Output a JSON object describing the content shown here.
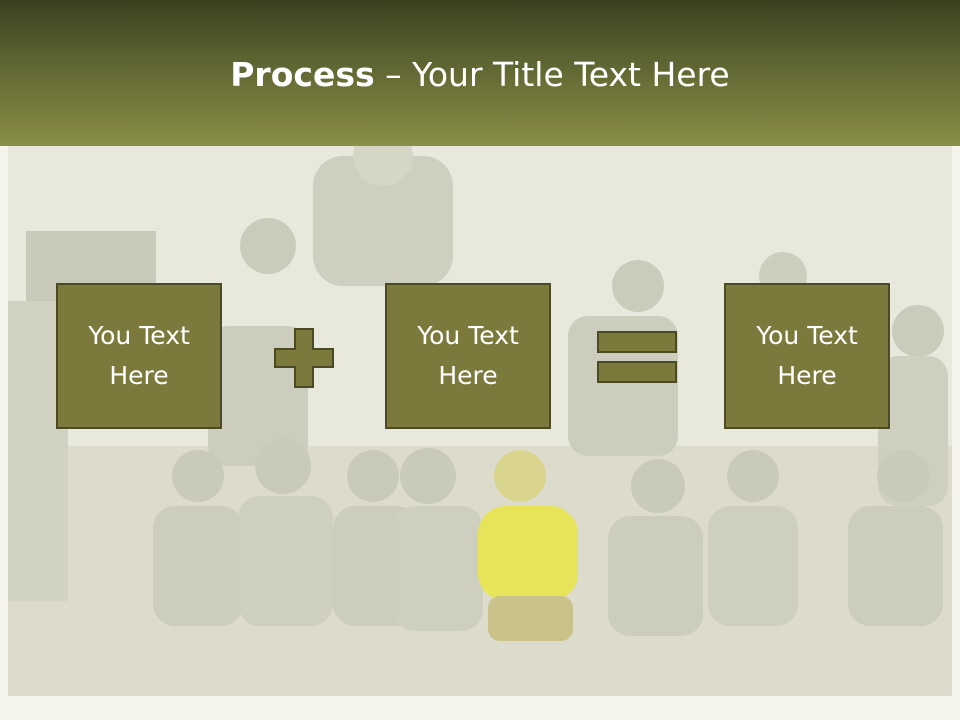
{
  "title": {
    "bold": "Process",
    "rest": " – Your Title Text Here"
  },
  "boxes": [
    {
      "text": "You Text Here"
    },
    {
      "text": "You Text Here"
    },
    {
      "text": "You Text Here"
    }
  ],
  "colors": {
    "header_dark": "#3c3f1f",
    "header_light": "#8a8f48",
    "box_fill": "#7b7a3c",
    "box_border": "#4a4a24",
    "highlight_child": "#e8e45a"
  },
  "icons": {
    "operator_1": "plus-icon",
    "operator_2": "equals-icon"
  }
}
